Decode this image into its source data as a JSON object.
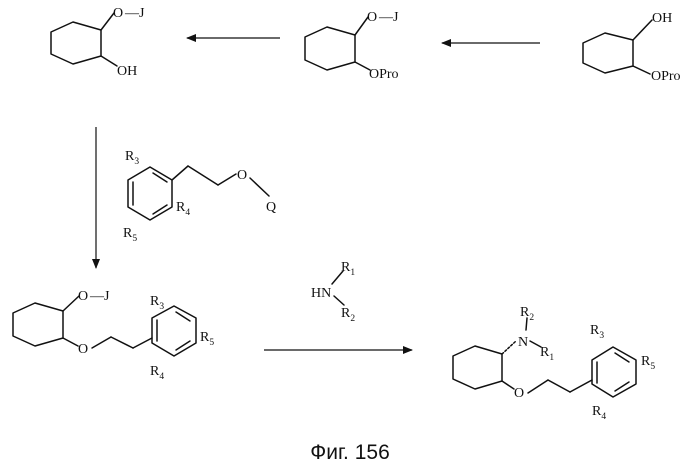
{
  "compounds": {
    "diol_mono_protected": {
      "oh": "OH",
      "opro": "OPro"
    },
    "protected_ether": {
      "o": "O",
      "dash_j": "—J",
      "opro": "OPro"
    },
    "alcohol_ether": {
      "o": "O",
      "dash_j": "—J",
      "oh": "OH"
    },
    "aryl_reagent": {
      "r3": "R",
      "r3_sub": "3",
      "r4": "R",
      "r4_sub": "4",
      "r5": "R",
      "r5_sub": "5",
      "o": "O",
      "q": "Q"
    },
    "coupled_ether": {
      "o_top": "O",
      "dash_j": "—J",
      "o_link": "O",
      "r3": "R",
      "r3_sub": "3",
      "r4": "R",
      "r4_sub": "4",
      "r5": "R",
      "r5_sub": "5"
    },
    "amine_reagent": {
      "hn": "HN",
      "r1": "R",
      "r1_sub": "1",
      "r2": "R",
      "r2_sub": "2"
    },
    "product": {
      "n": "N",
      "r1": "R",
      "r1_sub": "1",
      "r2": "R",
      "r2_sub": "2",
      "o": "O",
      "r3": "R",
      "r3_sub": "3",
      "r4": "R",
      "r4_sub": "4",
      "r5": "R",
      "r5_sub": "5"
    }
  },
  "caption": "Фиг. 156"
}
